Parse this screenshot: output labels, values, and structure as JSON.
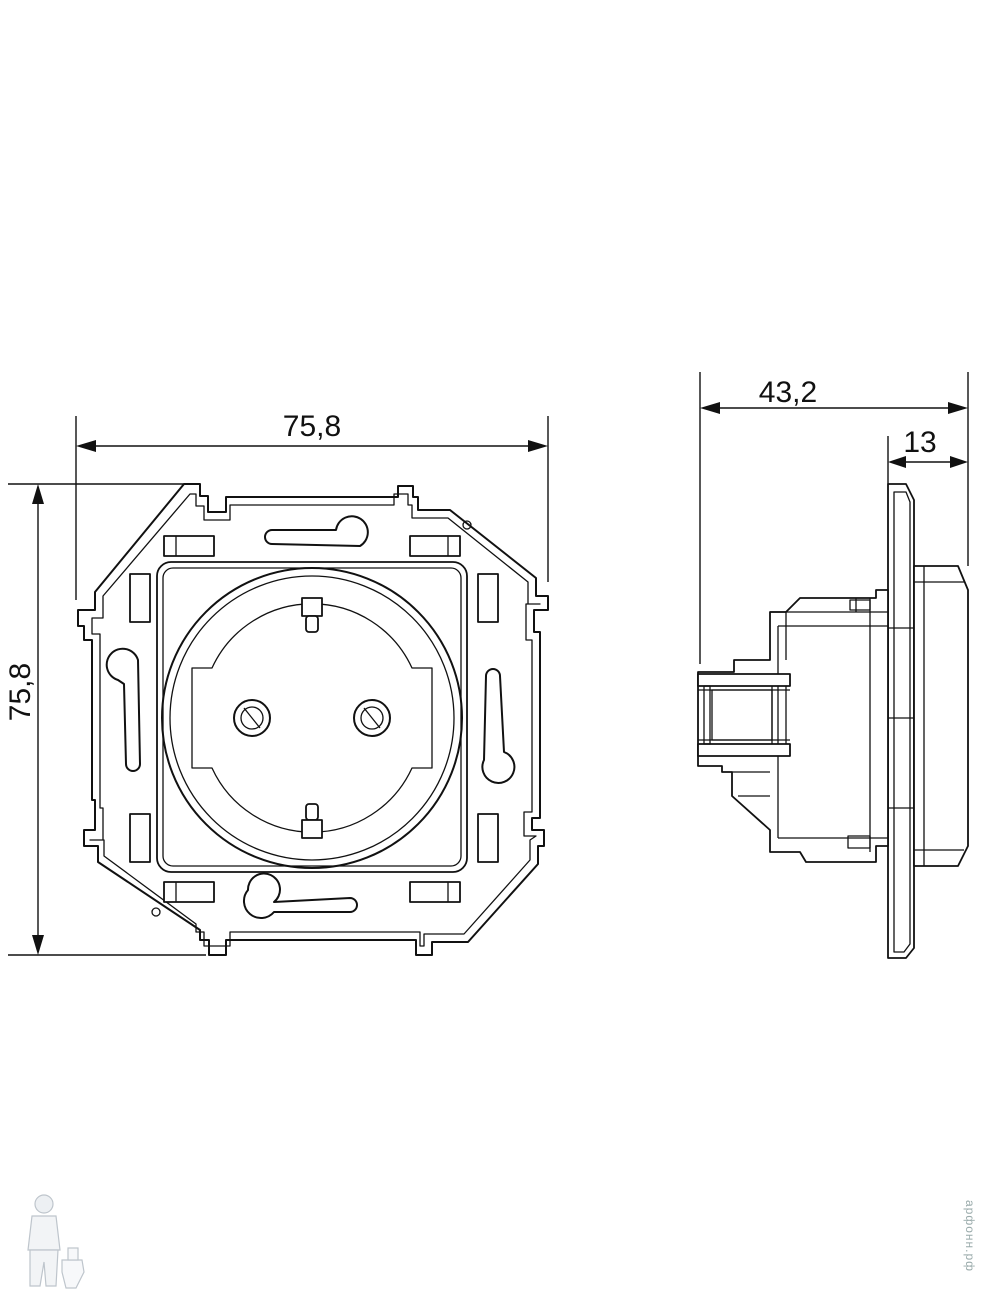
{
  "front_view": {
    "width_label": "75,8",
    "height_label": "75,8"
  },
  "side_view": {
    "depth_label": "43,2",
    "plate_depth_label": "13"
  },
  "watermark": {
    "text": "арфонн.рф"
  }
}
